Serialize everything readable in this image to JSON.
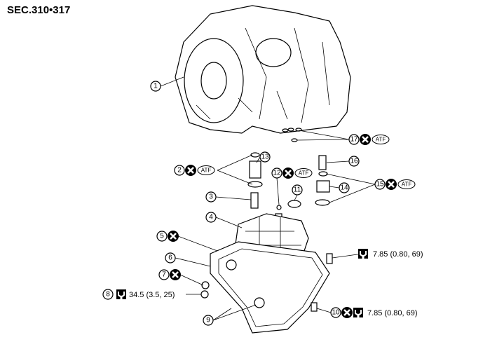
{
  "title": "SEC.310•317",
  "callouts": [
    {
      "num": "1"
    },
    {
      "num": "2"
    },
    {
      "num": "3"
    },
    {
      "num": "4"
    },
    {
      "num": "5"
    },
    {
      "num": "6"
    },
    {
      "num": "7"
    },
    {
      "num": "8"
    },
    {
      "num": "9"
    },
    {
      "num": "10"
    },
    {
      "num": "11"
    },
    {
      "num": "12"
    },
    {
      "num": "13"
    },
    {
      "num": "14"
    },
    {
      "num": "15"
    },
    {
      "num": "16"
    },
    {
      "num": "17"
    }
  ],
  "fluid_label": "ATF",
  "torque_specs": {
    "bolt_upper": "7.85 (0.80, 69)",
    "drain_plug": "34.5 (3.5, 25)",
    "pan_bolt": "7.85 (0.80, 69)"
  },
  "icons": {
    "do_not_reuse": "x-circle-icon",
    "torque": "torque-wrench-icon"
  }
}
